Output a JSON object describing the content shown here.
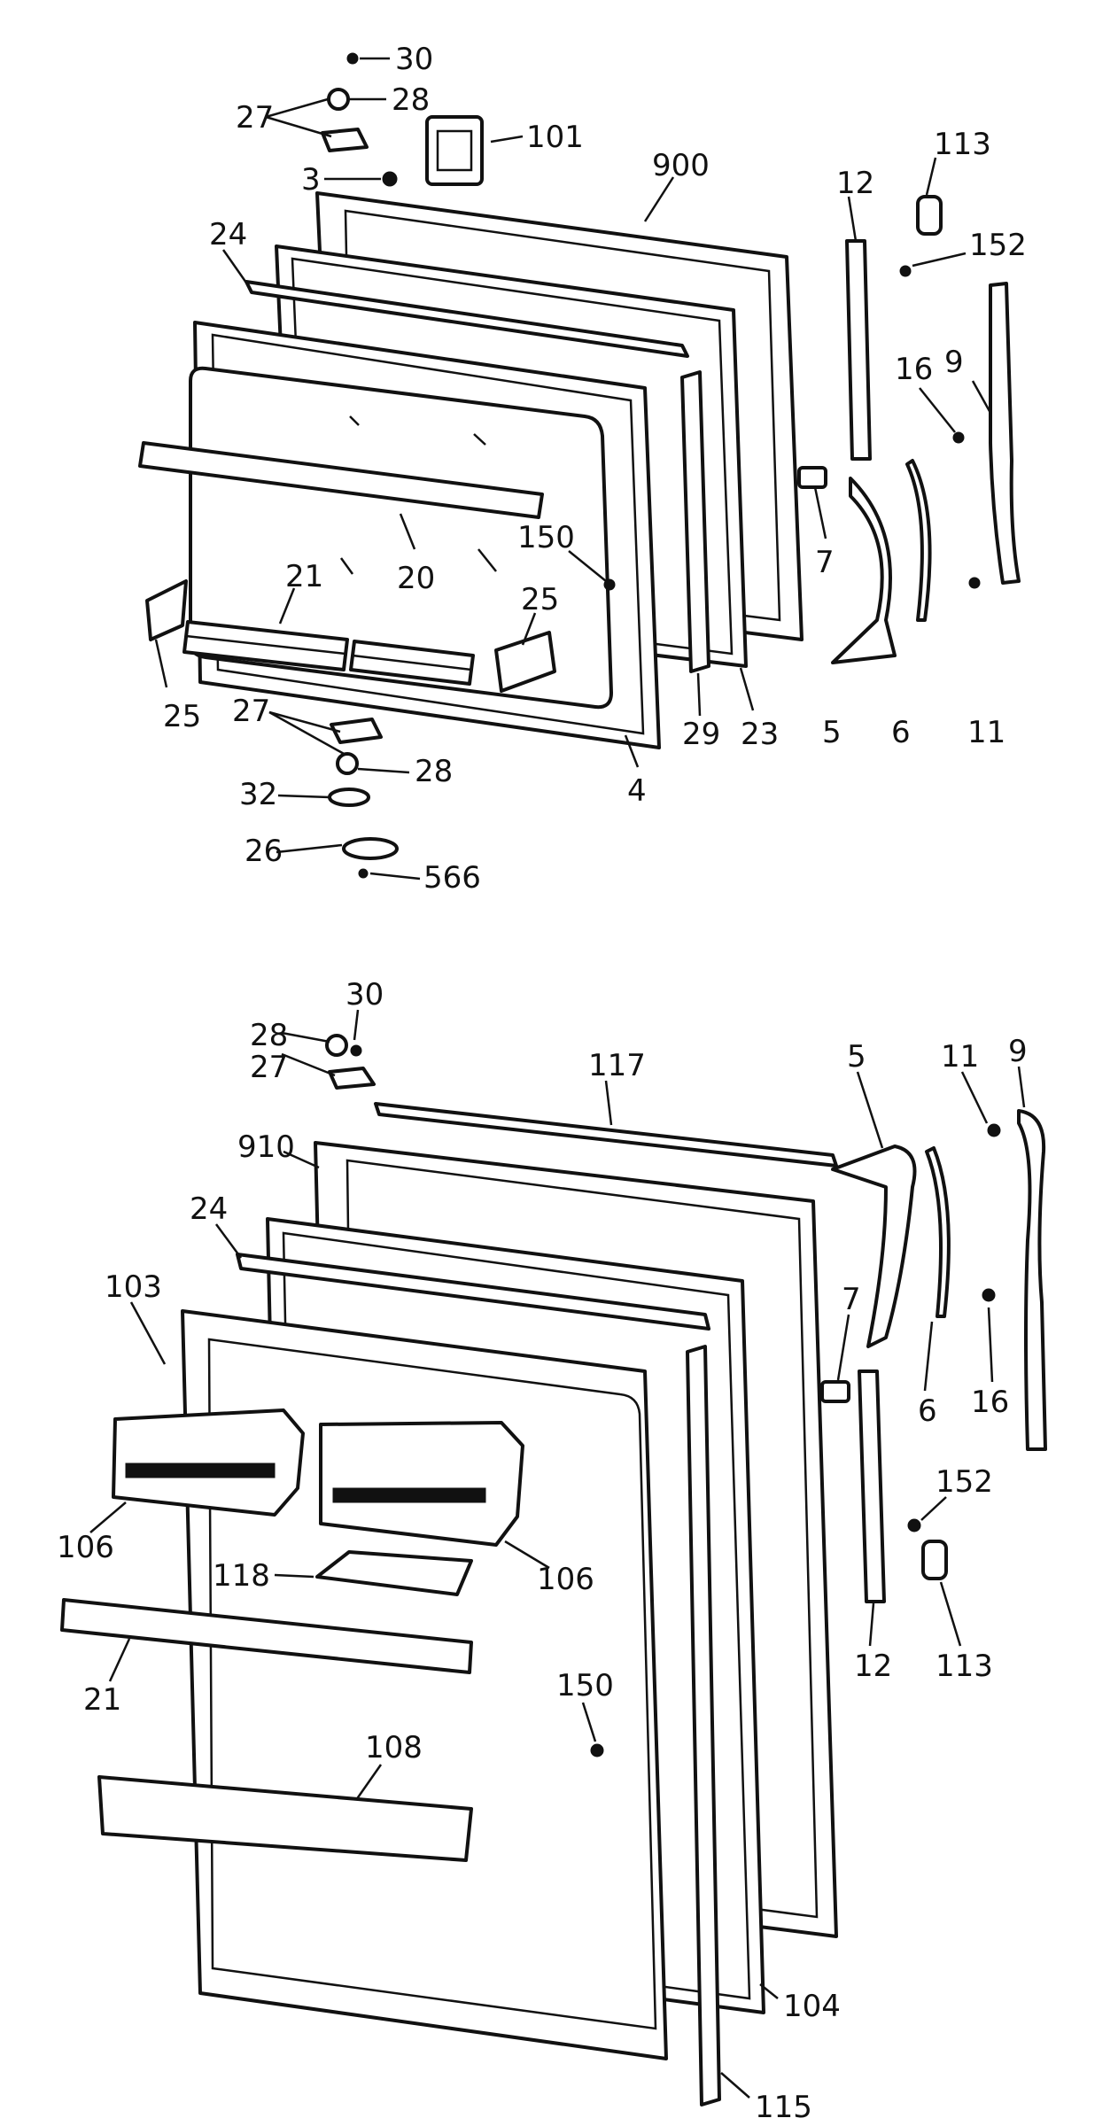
{
  "diagram": {
    "top": {
      "labels": {
        "l30": "30",
        "l28a": "28",
        "l27a": "27",
        "l101": "101",
        "l3": "3",
        "l900": "900",
        "l113": "113",
        "l12": "12",
        "l152": "152",
        "l24": "24",
        "l16": "16",
        "l9": "9",
        "l150": "150",
        "l20": "20",
        "l21": "21",
        "l25a": "25",
        "l25b": "25",
        "l7": "7",
        "l27b": "27",
        "l28b": "28",
        "l29": "29",
        "l23": "23",
        "l5": "5",
        "l6": "6",
        "l11": "11",
        "l4": "4",
        "l32": "32",
        "l26": "26",
        "l566": "566"
      }
    },
    "bottom": {
      "labels": {
        "l30": "30",
        "l28": "28",
        "l27": "27",
        "l117": "117",
        "l5": "5",
        "l11": "11",
        "l9": "9",
        "l910": "910",
        "l24": "24",
        "l7": "7",
        "l103": "103",
        "l6": "6",
        "l16": "16",
        "l152": "152",
        "l106a": "106",
        "l106b": "106",
        "l118": "118",
        "l113": "113",
        "l12": "12",
        "l21": "21",
        "l150": "150",
        "l108": "108",
        "l104": "104",
        "l115": "115"
      }
    }
  }
}
